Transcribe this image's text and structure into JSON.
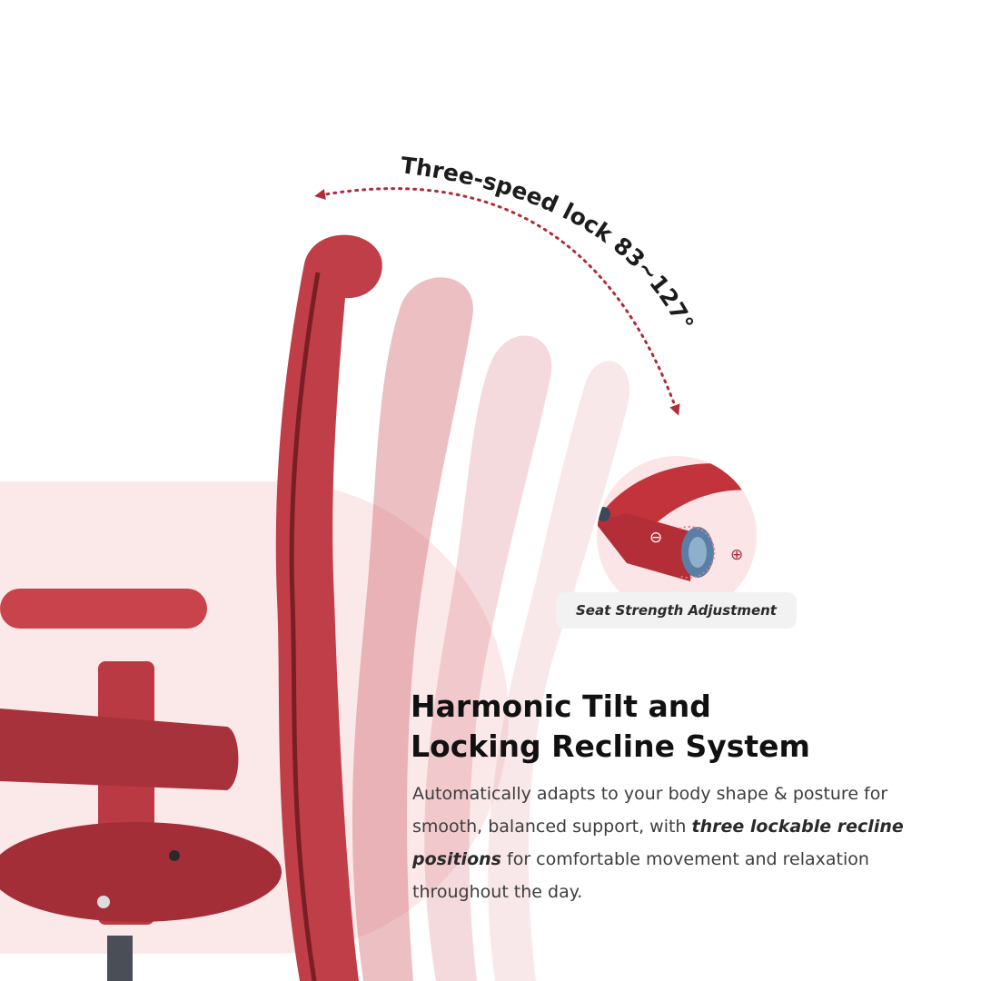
{
  "arc": {
    "label": "Three-speed lock 83~127°",
    "color": "#b02c36"
  },
  "detail": {
    "label": "Seat Strength Adjustment",
    "minus_symbol": "⊖",
    "plus_symbol": "⊕"
  },
  "headline": {
    "line1": "Harmonic Tilt and",
    "line2": "Locking Recline System"
  },
  "body": {
    "part1": "Automatically adapts to your body shape & posture for smooth, balanced support, with ",
    "emphasis": "three lockable recline positions",
    "part2": " for comfortable movement and relaxation throughout the day."
  },
  "colors": {
    "chair_red": "#c4424a",
    "background_pink": "#fbe9ea"
  },
  "icons": [
    "recline-arrow-icon",
    "minus-icon",
    "plus-icon",
    "tension-knob-icon"
  ]
}
